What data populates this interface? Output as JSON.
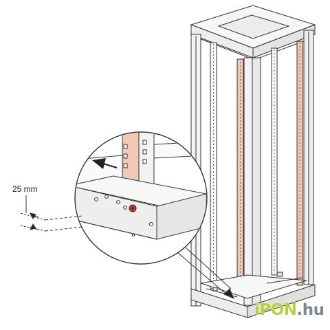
{
  "dimension_label": "25 mm",
  "watermark": {
    "name": "iPON",
    "tld": ".hu"
  },
  "colors": {
    "line": "#333333",
    "rail_accent": "#f2c9b4",
    "frame_fill": "#f4f4f4",
    "watermark_green": "#b9d23a",
    "watermark_gray": "#7a8a93"
  }
}
